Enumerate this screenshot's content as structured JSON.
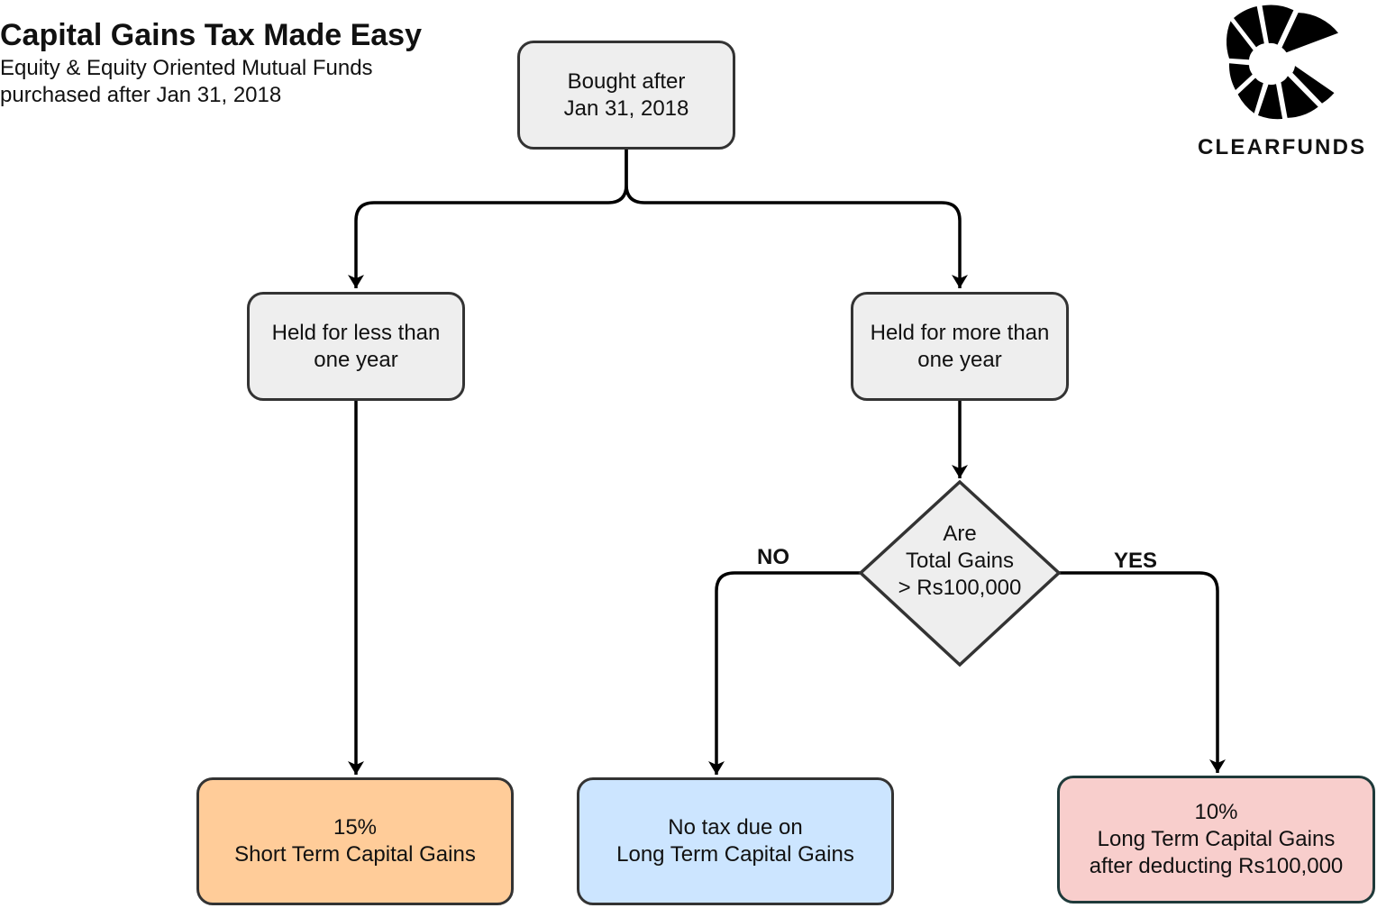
{
  "header": {
    "title": "Capital Gains Tax Made Easy",
    "subtitle_line1": "Equity & Equity Oriented Mutual Funds",
    "subtitle_line2": "purchased after Jan 31, 2018"
  },
  "brand": {
    "name": "CLEARFUNDS",
    "icon": "clearfunds-logo-icon"
  },
  "flowchart": {
    "start": {
      "line1": "Bought after",
      "line2": "Jan 31, 2018"
    },
    "short_hold": {
      "line1": "Held for less than",
      "line2": "one year"
    },
    "long_hold": {
      "line1": "Held for more than",
      "line2": "one year"
    },
    "decision": {
      "line1": "Are",
      "line2": "Total Gains",
      "line3": "> Rs100,000"
    },
    "no_label": "NO",
    "yes_label": "YES",
    "outcome_short": {
      "line1": "15%",
      "line2": "Short Term Capital Gains"
    },
    "outcome_no_tax": {
      "line1": "No tax due on",
      "line2": "Long Term Capital Gains"
    },
    "outcome_ltcg": {
      "line1": "10%",
      "line2": "Long Term Capital Gains",
      "line3": "after deducting Rs100,000"
    }
  },
  "colors": {
    "node_fill": "#eeeeee",
    "stroke": "#333333",
    "short_term_fill": "#ffcc99",
    "no_tax_fill": "#cce5ff",
    "ltcg_fill": "#f8cecc"
  }
}
